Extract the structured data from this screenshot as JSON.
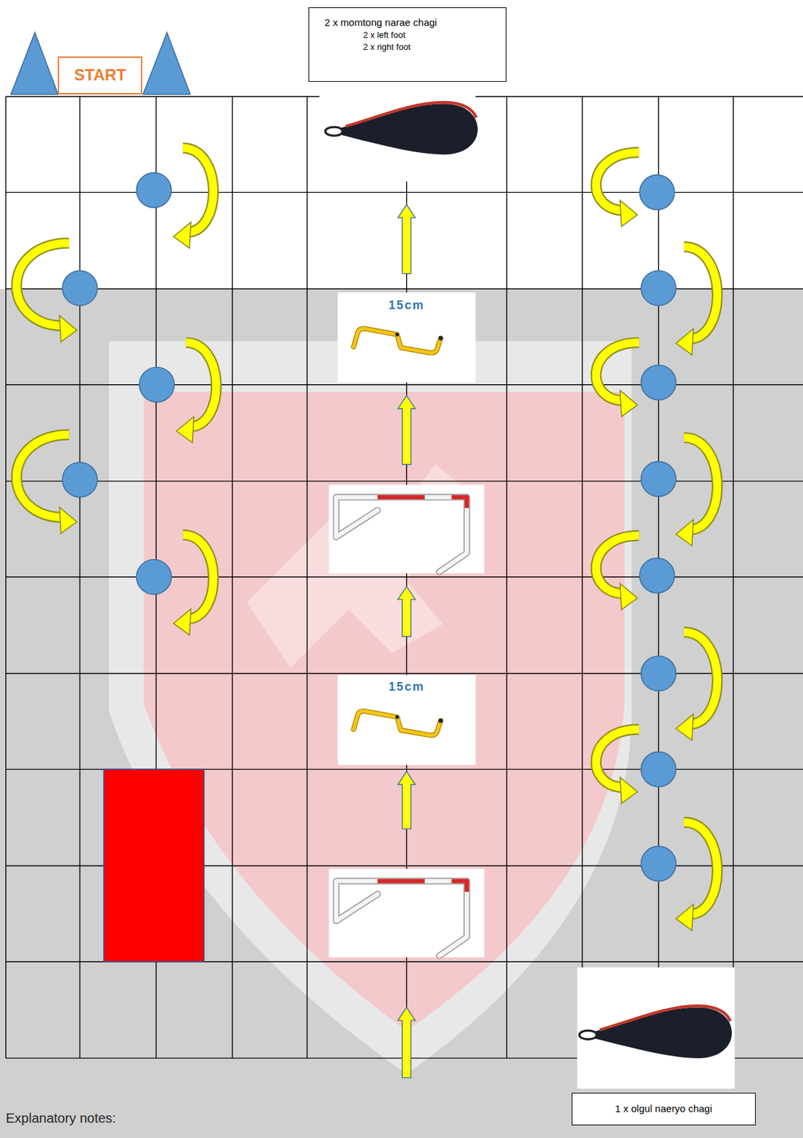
{
  "diagram": {
    "nodes": [
      {
        "text": [
          "START"
        ]
      },
      {
        "text": [
          "2 x momtong narae chagi",
          "2 x left foot",
          "2 x right foot"
        ]
      },
      {
        "text": [
          "1 x olgul naeryo chagi"
        ]
      }
    ],
    "labels": [
      "15cm",
      "15cm",
      "Explanatory notes:"
    ]
  }
}
